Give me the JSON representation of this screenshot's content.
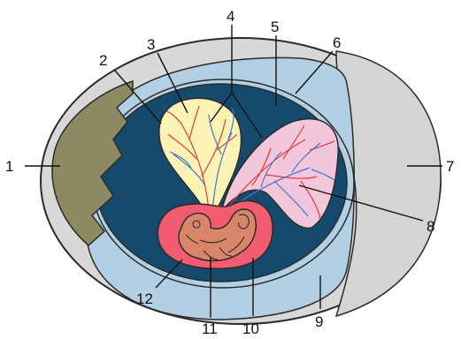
{
  "labels": [
    {
      "num": "1"
    },
    {
      "num": "2"
    },
    {
      "num": "3"
    },
    {
      "num": "4"
    },
    {
      "num": "5"
    },
    {
      "num": "6"
    },
    {
      "num": "7"
    },
    {
      "num": "8"
    },
    {
      "num": "9"
    },
    {
      "num": "10"
    },
    {
      "num": "11"
    },
    {
      "num": "12"
    }
  ],
  "colors": {
    "outline": "#2b2b2b",
    "shell_membrane": "#d8d8d8",
    "air_space": "#d6d6d6",
    "albumen": "#b3cfe3",
    "amniotic_cavity": "#164a6d",
    "yolk_sac": "#fbf3b4",
    "allantois": "#f2c7dc",
    "amnion": "#f25c70",
    "embryo": "#d9856a",
    "broken_shell": "#8c8a60",
    "artery": "#e23a3a",
    "vein": "#4a74c8"
  }
}
